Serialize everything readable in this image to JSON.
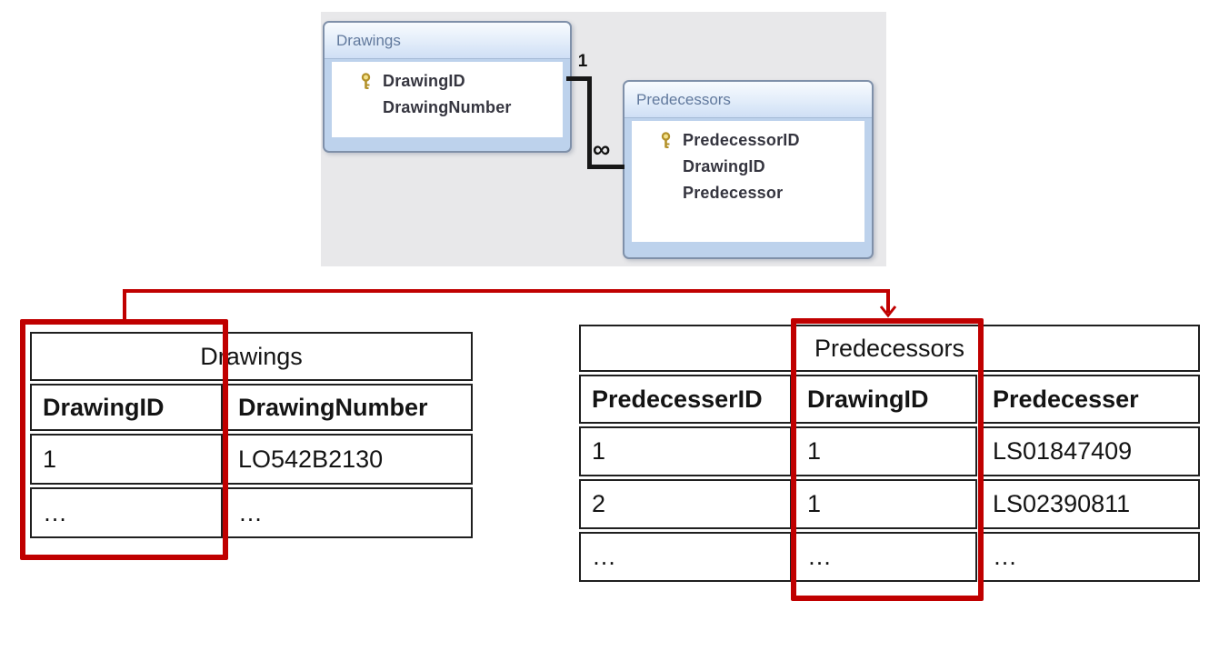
{
  "colors": {
    "highlight_red": "#c00000",
    "diagram_canvas_bg": "#e8e8ea",
    "er_box_fill": "#bdd2ec",
    "er_header_text": "#61799d",
    "table_border": "#1f1f1f"
  },
  "diagram": {
    "drawings_box": {
      "title": "Drawings",
      "fields": [
        {
          "name": "DrawingID",
          "primary_key": true
        },
        {
          "name": "DrawingNumber",
          "primary_key": false
        }
      ]
    },
    "predecessors_box": {
      "title": "Predecessors",
      "fields": [
        {
          "name": "PredecessorID",
          "primary_key": true
        },
        {
          "name": "DrawingID",
          "primary_key": false
        },
        {
          "name": "Predecessor",
          "primary_key": false
        }
      ]
    },
    "relationship": {
      "one_end_label": "1",
      "many_end_label": "∞"
    }
  },
  "bottom_tables": {
    "drawings": {
      "title": "Drawings",
      "headers": [
        "DrawingID",
        "DrawingNumber"
      ],
      "rows": [
        [
          "1",
          "LO542B2130"
        ],
        [
          "…",
          "…"
        ]
      ]
    },
    "predecessors": {
      "title": "Predecessors",
      "headers": [
        "PredecesserID",
        "DrawingID",
        "Predecesser"
      ],
      "rows": [
        [
          "1",
          "1",
          "LS01847409"
        ],
        [
          "2",
          "1",
          "LS02390811"
        ],
        [
          "…",
          "…",
          "…"
        ]
      ]
    }
  }
}
